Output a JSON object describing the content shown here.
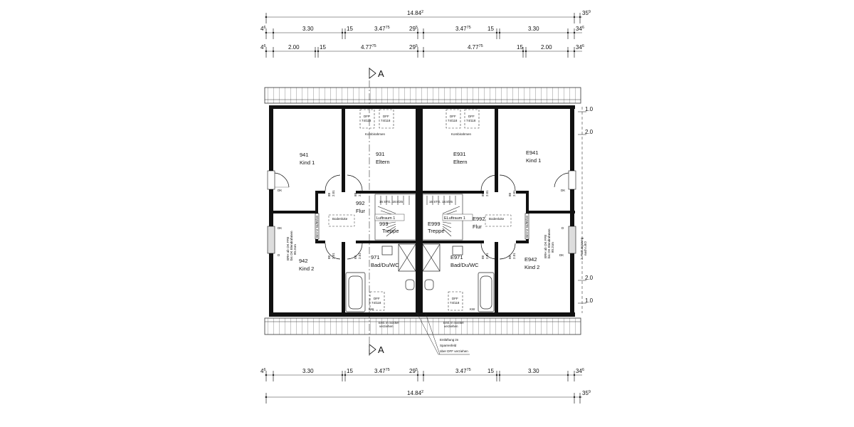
{
  "dimensions": {
    "top_total": {
      "main": "14.84",
      "sup": "2"
    },
    "top_total_end": {
      "main": "35",
      "sup": "9"
    },
    "row_a": [
      {
        "main": "4",
        "sup": "6"
      },
      {
        "main": "3.30",
        "sup": ""
      },
      {
        "main": "15",
        "sup": ""
      },
      {
        "main": "3.47",
        "sup": "75"
      },
      {
        "main": "29",
        "sup": "5"
      },
      {
        "main": "3.47",
        "sup": "75"
      },
      {
        "main": "15",
        "sup": ""
      },
      {
        "main": "3.30",
        "sup": ""
      },
      {
        "main": "34",
        "sup": "6"
      }
    ],
    "row_b": [
      {
        "main": "4",
        "sup": "6"
      },
      {
        "main": "2.00",
        "sup": ""
      },
      {
        "main": "15",
        "sup": ""
      },
      {
        "main": "4.77",
        "sup": "75"
      },
      {
        "main": "29",
        "sup": "5"
      },
      {
        "main": "4.77",
        "sup": "75"
      },
      {
        "main": "15",
        "sup": ""
      },
      {
        "main": "2.00",
        "sup": ""
      },
      {
        "main": "34",
        "sup": "6"
      }
    ],
    "right_side": [
      "1.0",
      "2.0",
      "2.0",
      "1.0"
    ]
  },
  "section_marker": "A",
  "rooms": [
    {
      "number": "941",
      "name": "Kind 1"
    },
    {
      "number": "931",
      "name": "Eltern"
    },
    {
      "number": "E931",
      "name": "Eltern"
    },
    {
      "number": "E941",
      "name": "Kind 1"
    },
    {
      "number": "992",
      "name": "Flur"
    },
    {
      "number": "E992",
      "name": "Flur"
    },
    {
      "number": "999",
      "name": "Treppe"
    },
    {
      "number": "E999",
      "name": "Treppe"
    },
    {
      "number": "971",
      "name": "Bad/Du/WC"
    },
    {
      "number": "E971",
      "name": "Bad/Du/WC"
    },
    {
      "number": "942",
      "name": "Kind 2"
    },
    {
      "number": "E942",
      "name": "Kind 2"
    }
  ],
  "annotations": {
    "dff": "DFF",
    "dff_size": "74/118",
    "kombirahmen": "Kombirahmen",
    "luftraum_left": "Luftraum 1",
    "luftraum_right": "ELuftraum 1",
    "stairs": "16 STG. 18.8/25",
    "bodenluke": "Bodenluke",
    "door_w": "88",
    "door_h": "2.01",
    "dk": "DK",
    "d": "D",
    "brh_v": "BrH-V 94/80/10",
    "brh_note_1": "BRH ab OK FFB",
    "brh_note_2": "bis OK Blendrahmen",
    "brh_note_3": "80.2cm",
    "rettungsweg_1": "2. Rettungsweg",
    "rettungsweg_2": "nach LBO",
    "entl_1": "Entl. in Sockel",
    "entl_2": "verziehen",
    "entlueftung_1": "Entlüftung im",
    "entlueftung_2": "Sparrenfeld",
    "entlueftung_3": "über DFF verziehen",
    "kw": "KW"
  }
}
